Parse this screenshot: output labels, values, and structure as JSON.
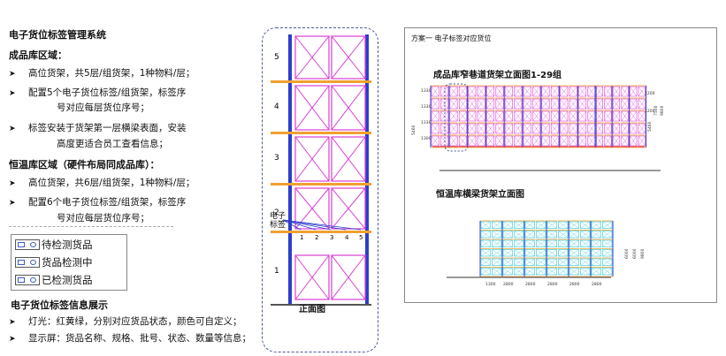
{
  "left_panel": {
    "title": "电子货位标签管理系统",
    "finished_zone": {
      "heading": "成品库区域：",
      "bullets": [
        {
          "text": "高位货架，共5层/组货架，1种物料/层；"
        },
        {
          "text": "配置5个电子货位标签/组货架，标签序",
          "cont": "号对应每层货位序号；"
        },
        {
          "text": "标签安装于货架第一层横梁表面，安装",
          "cont": "高度更适合员工查看信息；"
        }
      ]
    },
    "constant_zone": {
      "heading": "恒温库区域（硬件布局同成品库）：",
      "bullets": [
        {
          "text": "高位货架，共6层/组货架，1种物料/层；"
        },
        {
          "text": "配置6个电子货位标签/组货架，标签序",
          "cont": "号对应每层货位序号；"
        }
      ]
    },
    "legend": [
      "待检测货品",
      "货品检测中",
      "已检测货品"
    ],
    "info": {
      "heading": "电子货位标签信息展示",
      "bullets": [
        "灯光：红黄绿，分别对应货品状态，颜色可自定义；",
        "显示屏：货品名称、规格、批号、状态、数量等信息；"
      ]
    }
  },
  "center_panel": {
    "levels": [
      "1",
      "2",
      "3",
      "4",
      "5"
    ],
    "tag_label": "电子标签",
    "tag_numbers": [
      "1",
      "2",
      "3",
      "4",
      "5"
    ],
    "caption": "正面图"
  },
  "right_panel": {
    "scheme_label": "方案一  电子标签对应货位",
    "finished_title": "成品库窄巷道货架立面图1-29组",
    "constant_title": "恒温库横梁货架立面图",
    "left_dims": [
      "1330",
      "1330",
      "1330",
      "5460",
      "1300"
    ],
    "right_dims": [
      "1200",
      "1200",
      "7500",
      "9800",
      "5460"
    ],
    "bottom_dims": [
      "1300",
      "2800",
      "2800",
      "2800",
      "2800",
      "2800"
    ],
    "side_dims": [
      "6000",
      "6000",
      "9800"
    ]
  },
  "colors": {
    "rack_magenta": "#d93fd6",
    "rack_cyan": "#2fc7d9",
    "beam_orange": "#f0a030",
    "upright_blue": "#2b3fc9",
    "dim_red": "#e23030"
  }
}
